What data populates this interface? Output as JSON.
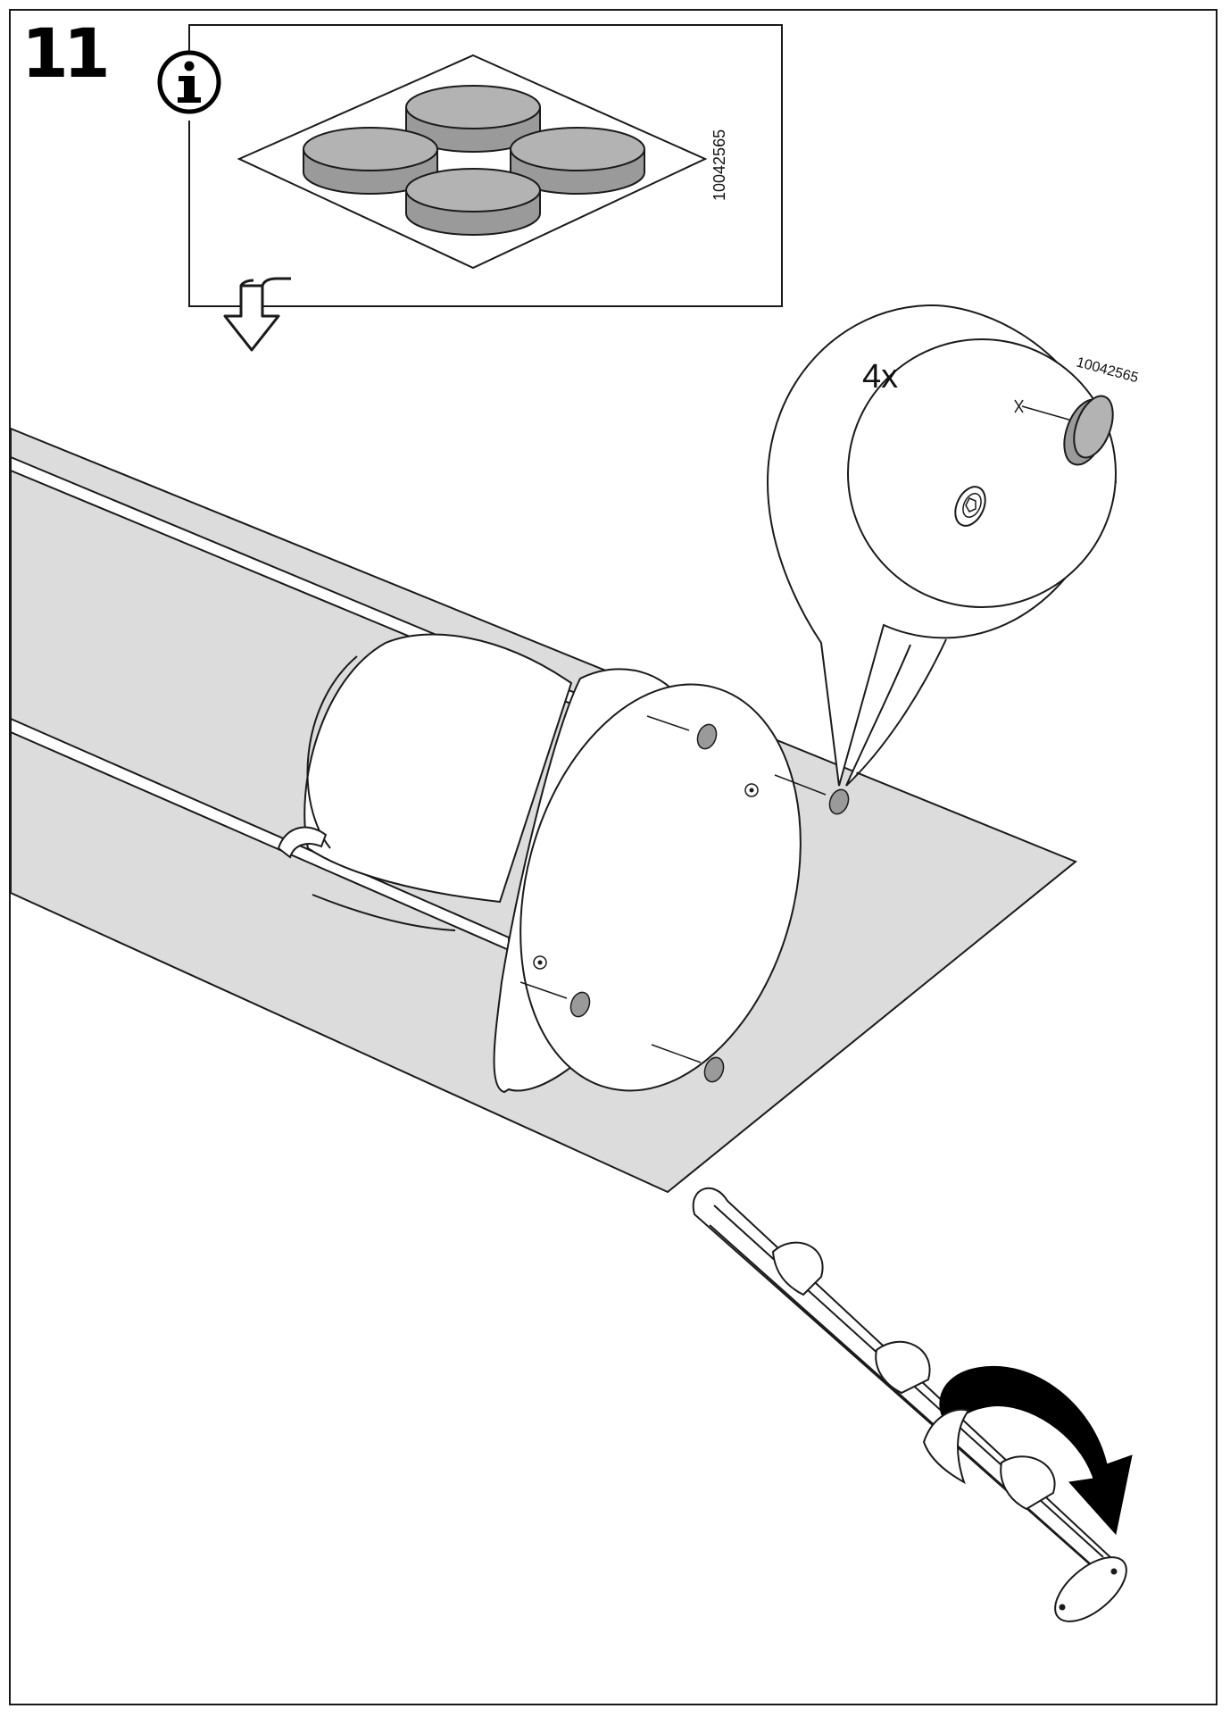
{
  "step": {
    "number": "11"
  },
  "info_panel": {
    "icon": "info-icon",
    "part_number": "10042565"
  },
  "detail_callout": {
    "quantity": "4x",
    "part_number": "10042565"
  },
  "colors": {
    "line": "#1a1a1a",
    "floor": "#dcdcdc",
    "pad": "#b3b3b3",
    "pad_side": "#9a9a9a"
  },
  "arrow_icon": "down-arrow-icon",
  "rotate_icon": "rotate-arrow-icon"
}
